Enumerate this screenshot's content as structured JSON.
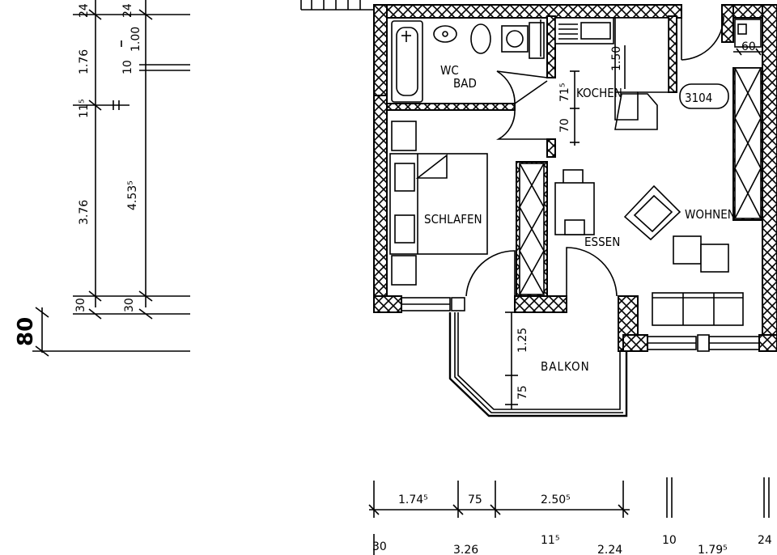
{
  "rooms": {
    "wc": "WC",
    "bad": "BAD",
    "kochen": "KOCHEN",
    "schlafen": "SCHLAFEN",
    "essen": "ESSEN",
    "wohnen": "WOHNEN",
    "balkon": "BALKON"
  },
  "unit_number": "3104",
  "appliance_width": "60",
  "left_dimensions": {
    "col1": [
      "24",
      "1.76",
      "11⁵",
      "3.76",
      "30"
    ],
    "col2": [
      "24",
      "10",
      "1.00",
      "4.53⁵",
      "30"
    ],
    "offset": "80"
  },
  "inner_dimensions": {
    "kitchen_counter": "1.50",
    "door_a": "71⁵",
    "door_b": "70",
    "balcony_a": "1.25",
    "balcony_b": "75"
  },
  "bottom_dimensions": {
    "row1": [
      "1.74⁵",
      "75",
      "2.50⁵"
    ],
    "row2": [
      "30",
      "3.26",
      "11⁵",
      "2.24",
      "10",
      "1.79⁵",
      "24"
    ]
  }
}
